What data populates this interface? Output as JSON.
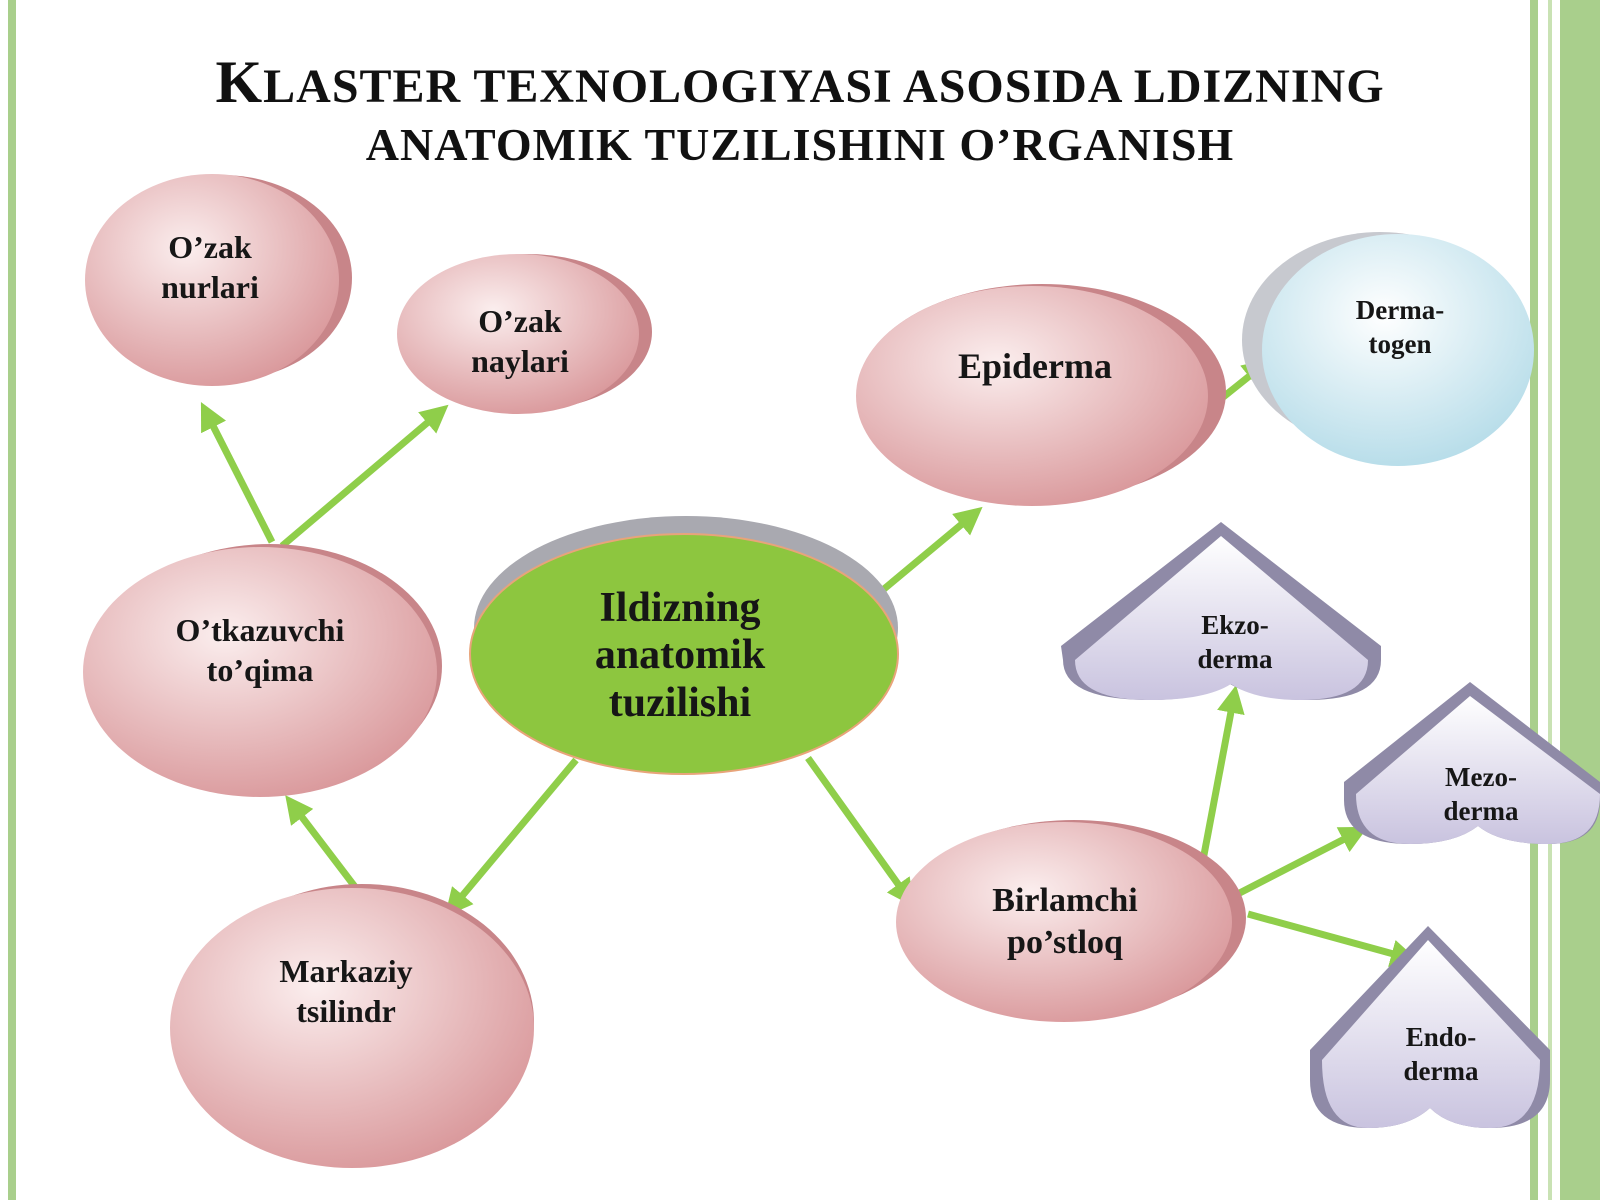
{
  "title": {
    "line1_first_letter": "K",
    "line1_rest": "LASTER TEXNOLOGIYASI ASOSIDA LDIZNING",
    "line2": "ANATOMIK TUZILISHINI O’RGANISH"
  },
  "nodes": {
    "center": "Ildizning\nanatomik\ntuzilishi",
    "otkazuvchi": "O’tkazuvchi\nto’qima",
    "ozak_nurlari": "O’zak\nnurlari",
    "ozak_naylari": "O’zak\nnaylari",
    "markaziy": "Markaziy\ntsilindr",
    "epiderma": "Epiderma",
    "dermatogen": "Derma-\ntogen",
    "birlamchi": "Birlamchi\npo’stloq",
    "ekzoderma": "Ekzo-\nderma",
    "mezoderma": "Mezo-\nderma",
    "endoderma": "Endo-\nderma"
  },
  "colors": {
    "arrow": "#8fce4a",
    "center_fill": "#8dc63f",
    "pink_light": "#f6dede",
    "pink_dark": "#d48c8f",
    "blue_light": "#eaf6fa",
    "blue_dark": "#b8dce8",
    "lavender_light": "#f4f2fa",
    "lavender_dark": "#c8c2de",
    "border_green": "#a9cf8c"
  }
}
